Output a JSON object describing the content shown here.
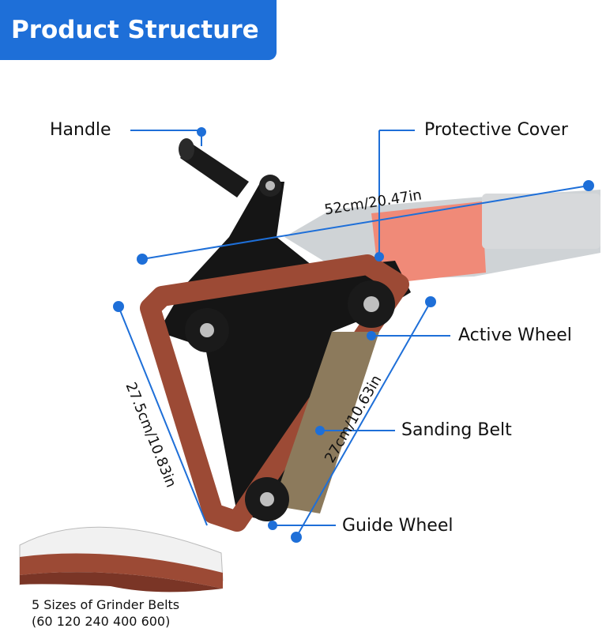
{
  "title": "Product Structure",
  "labels": {
    "handle": "Handle",
    "protective_cover": "Protective Cover",
    "active_wheel": "Active Wheel",
    "sanding_belt": "Sanding Belt",
    "guide_wheel": "Guide Wheel"
  },
  "dimensions": {
    "width": "52cm/20.47in",
    "left_side": "27.5cm/10.83in",
    "right_side": "27cm/10.63in"
  },
  "footer": {
    "line1": "5 Sizes of Grinder Belts",
    "line2": "(60 120 240 400 600)"
  },
  "colors": {
    "accent": "#1e6fd8",
    "belt": "#9c4a35",
    "frame": "#111111",
    "grinder_body": "#f08a78"
  }
}
